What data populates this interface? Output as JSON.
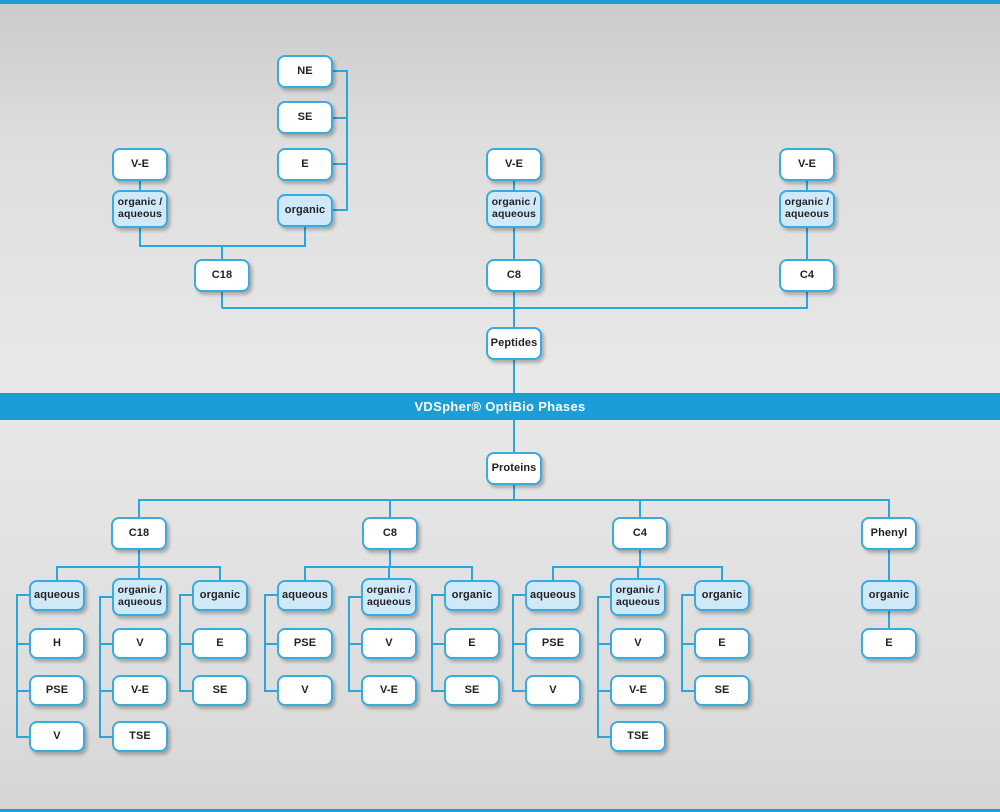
{
  "banner": {
    "title": "VDSpher® OptiBio Phases"
  },
  "peptides_section": {
    "root_label": "Peptides",
    "columns": [
      {
        "label": "C18",
        "ve": "V-E",
        "orgaq": "organic /\naqueous",
        "organic": "organic",
        "stack": [
          "NE",
          "SE",
          "E"
        ]
      },
      {
        "label": "C8",
        "ve": "V-E",
        "orgaq": "organic /\naqueous"
      },
      {
        "label": "C4",
        "ve": "V-E",
        "orgaq": "organic /\naqueous"
      }
    ]
  },
  "proteins_section": {
    "root_label": "Proteins",
    "columns": [
      {
        "label": "C18",
        "groups": [
          {
            "label": "aqueous",
            "children": [
              "H",
              "PSE",
              "V"
            ]
          },
          {
            "label": "organic /\naqueous",
            "children": [
              "V",
              "V-E",
              "TSE"
            ]
          },
          {
            "label": "organic",
            "children": [
              "E",
              "SE"
            ]
          }
        ]
      },
      {
        "label": "C8",
        "groups": [
          {
            "label": "aqueous",
            "children": [
              "PSE",
              "V"
            ]
          },
          {
            "label": "organic /\naqueous",
            "children": [
              "V",
              "V-E"
            ]
          },
          {
            "label": "organic",
            "children": [
              "E",
              "SE"
            ]
          }
        ]
      },
      {
        "label": "C4",
        "groups": [
          {
            "label": "aqueous",
            "children": [
              "PSE",
              "V"
            ]
          },
          {
            "label": "organic /\naqueous",
            "children": [
              "V",
              "V-E",
              "TSE"
            ]
          },
          {
            "label": "organic",
            "children": [
              "E",
              "SE"
            ]
          }
        ]
      },
      {
        "label": "Phenyl",
        "groups": [
          {
            "label": "organic",
            "children": [
              "E"
            ]
          }
        ]
      }
    ]
  },
  "colors": {
    "accent_blue": "#1a9ed9",
    "line_blue": "#2ba6dc",
    "box_border": "#3aabde",
    "light_fill": "#cfe9f8",
    "text_dark": "#231f20"
  }
}
